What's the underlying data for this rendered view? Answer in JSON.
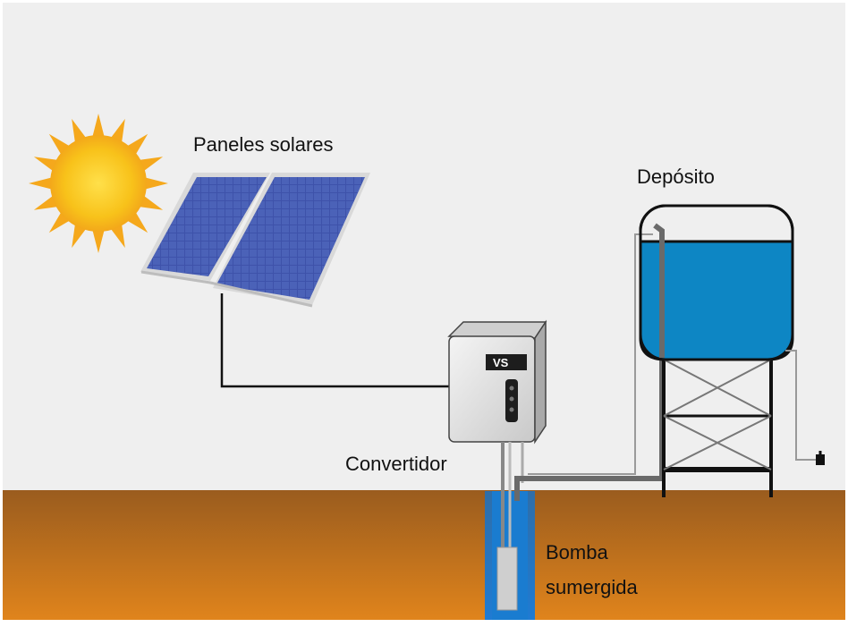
{
  "labels": {
    "panels": "Paneles solares",
    "tank": "Depósito",
    "converter": "Convertidor",
    "pump_line1": "Bomba",
    "pump_line2": "sumergida"
  },
  "converter_badge": "VS",
  "colors": {
    "background": "#efefef",
    "ground_top": "#9a5c1e",
    "ground_bottom": "#e0841c",
    "water": "#0d86c4",
    "well_water": "#1a73c9",
    "sun_core": "#f6c21e",
    "sun_rays": "#f5a81c",
    "panel_cells": "#3d4fa6",
    "frame": "#111111"
  },
  "icons": [
    "sun-icon",
    "solar-panel-icon",
    "converter-box-icon",
    "water-tank-icon",
    "faucet-icon",
    "pump-icon"
  ]
}
